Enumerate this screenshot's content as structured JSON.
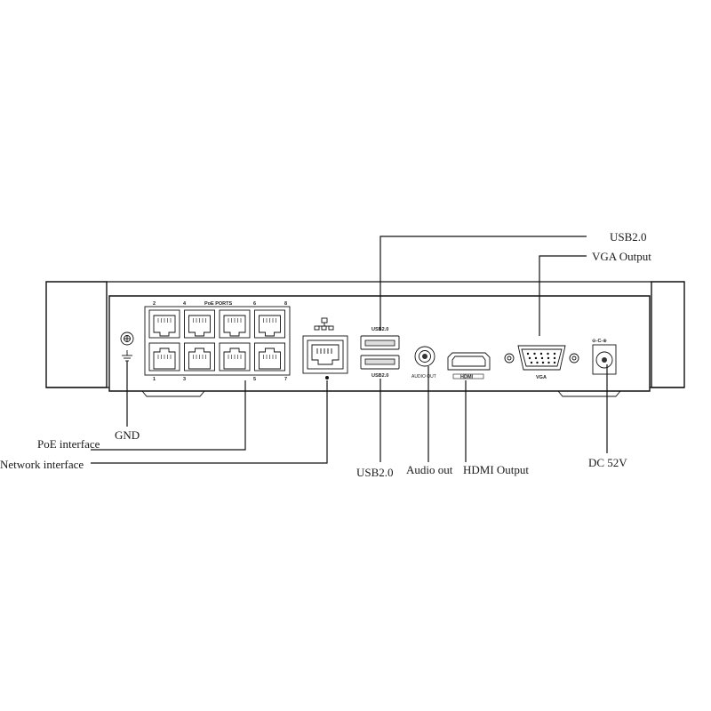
{
  "callouts": {
    "usb_top": "USB2.0",
    "vga_output": "VGA Output",
    "gnd": "GND",
    "poe_interface": "PoE interface",
    "network_interface": "Network interface",
    "usb_bottom": "USB2.0",
    "audio_out": "Audio out",
    "hdmi_output": "HDMI Output",
    "dc_power": "DC 52V"
  },
  "panel_labels": {
    "poe_ports": "PoE PORTS",
    "port_top_numbers": [
      "2",
      "4",
      "6",
      "8"
    ],
    "port_bottom_numbers": [
      "1",
      "3",
      "5",
      "7"
    ],
    "usb_label_top": "USB2.0",
    "usb_label_bottom": "USB2.0",
    "audio_label": "AUDIO OUT",
    "hdmi_label": "HDMI",
    "vga_label": "VGA",
    "polarity": "⊖-C-⊕"
  }
}
